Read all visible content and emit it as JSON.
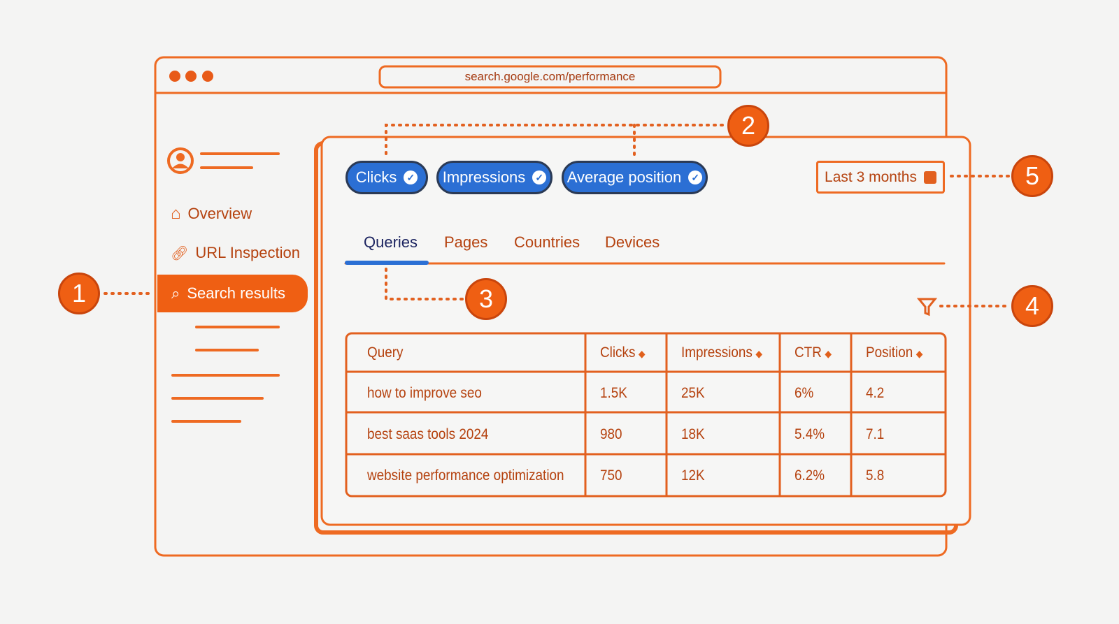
{
  "browser": {
    "url": "search.google.com/performance"
  },
  "sidebar": {
    "items": [
      {
        "label": "Overview",
        "icon": "home-icon"
      },
      {
        "label": "URL Inspection",
        "icon": "link-icon"
      },
      {
        "label": "Search results",
        "icon": "search-icon",
        "selected": true
      }
    ]
  },
  "metrics": {
    "chips": [
      {
        "label": "Clicks",
        "checked": true
      },
      {
        "label": "Impressions",
        "checked": true
      },
      {
        "label": "Average position",
        "checked": true
      }
    ]
  },
  "date_range": {
    "label": "Last 3 months",
    "icon": "calendar-icon"
  },
  "tabs": [
    {
      "label": "Queries",
      "active": true
    },
    {
      "label": "Pages"
    },
    {
      "label": "Countries"
    },
    {
      "label": "Devices"
    }
  ],
  "table": {
    "headers": [
      "Query",
      "Clicks",
      "Impressions",
      "CTR",
      "Position"
    ],
    "rows": [
      [
        "how to improve seo",
        "1.5K",
        "25K",
        "6%",
        "4.2"
      ],
      [
        "best saas tools 2024",
        "980",
        "18K",
        "5.4%",
        "7.1"
      ],
      [
        "website performance optimization",
        "750",
        "12K",
        "6.2%",
        "5.8"
      ]
    ]
  },
  "callouts": [
    "1",
    "2",
    "3",
    "4",
    "5"
  ],
  "colors": {
    "accent": "#ef5f13",
    "chip": "#2b6fd4",
    "active_tab": "#1c2460",
    "text": "#b5420f"
  }
}
